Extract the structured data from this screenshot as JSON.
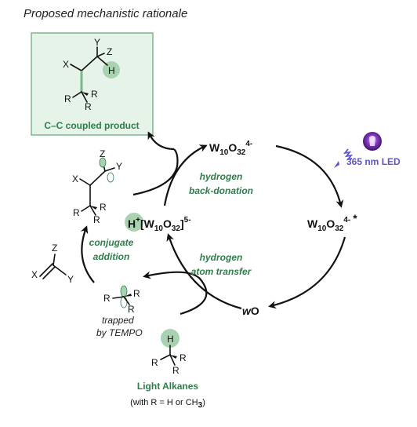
{
  "title": "Proposed mechanistic rationale",
  "product_box": {
    "label": "C–C coupled product",
    "atoms": {
      "x": "X",
      "y": "Y",
      "z": "Z",
      "h": "H",
      "r1": "R",
      "r2": "R",
      "r3": "R"
    }
  },
  "radical_adduct": {
    "atoms": {
      "x": "X",
      "y": "Y",
      "z": "Z",
      "r1": "R",
      "r2": "R",
      "r3": "R"
    }
  },
  "alkene": {
    "atoms": {
      "x": "X",
      "y": "Y",
      "z": "Z"
    }
  },
  "alkyl_radical": {
    "atoms": {
      "r1": "R",
      "r2": "R",
      "r3": "R"
    },
    "note_line1": "trapped",
    "note_line2": "by TEMPO"
  },
  "light_alkanes": {
    "atoms": {
      "h": "H",
      "r1": "R",
      "r2": "R",
      "r3": "R"
    },
    "label": "Light Alkanes",
    "footnote": "(with R = H or CH3)"
  },
  "catalyst": {
    "ground": {
      "base": "W",
      "sub1": "10",
      "o": "O",
      "sub2": "32",
      "charge": "4-"
    },
    "excited": {
      "base": "W",
      "sub1": "10",
      "o": "O",
      "sub2": "32",
      "charge": "4-",
      "star": "*"
    },
    "reduced": {
      "h": "H",
      "hcharge": "+",
      "open": "[W",
      "sub1": "10",
      "o": "O",
      "sub2": "32",
      "close": "]",
      "charge": "5-"
    },
    "wO": {
      "w": "w",
      "o": "O"
    }
  },
  "steps": {
    "hbd_line1": "hydrogen",
    "hbd_line2": "back-donation",
    "hat_line1": "hydrogen",
    "hat_line2": "atom transfer",
    "ca_line1": "conjugate",
    "ca_line2": "addition"
  },
  "light_source": {
    "label": "365 nm LED"
  },
  "colors": {
    "green_text": "#2e7d4a",
    "green_box_fill": "#e6f3e9",
    "green_box_stroke": "#7fb58d",
    "highlight_circle": "#a9d3b0",
    "led_purple": "#5b57c9"
  }
}
